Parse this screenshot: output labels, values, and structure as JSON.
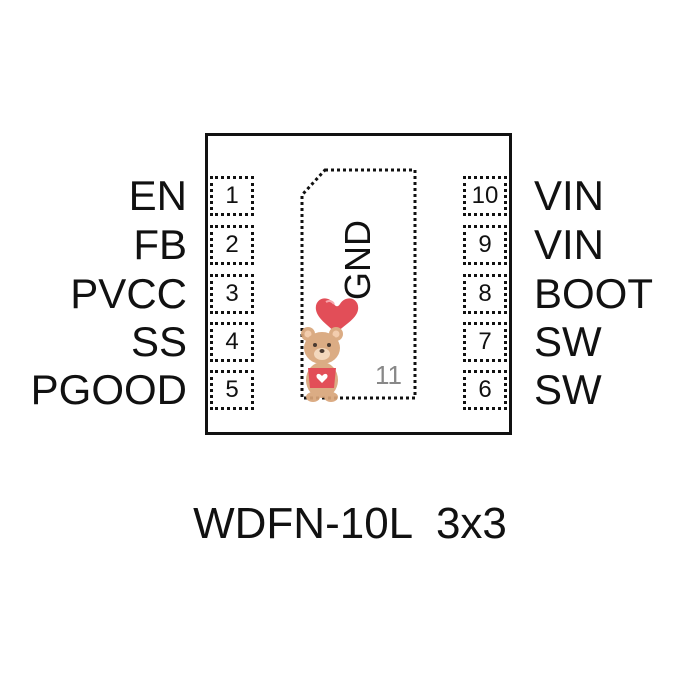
{
  "package_name": "WDFN-10L  3x3",
  "left_pins": [
    {
      "number": "1",
      "name": "EN"
    },
    {
      "number": "2",
      "name": "FB"
    },
    {
      "number": "3",
      "name": "PVCC"
    },
    {
      "number": "4",
      "name": "SS"
    },
    {
      "number": "5",
      "name": "PGOOD"
    }
  ],
  "right_pins": [
    {
      "number": "10",
      "name": "VIN"
    },
    {
      "number": "9",
      "name": "VIN"
    },
    {
      "number": "8",
      "name": "BOOT"
    },
    {
      "number": "7",
      "name": "SW"
    },
    {
      "number": "6",
      "name": "SW"
    }
  ],
  "exposed_pad": {
    "label": "GND",
    "number": "11"
  },
  "colors": {
    "outline": "#111111",
    "pad_number": "#888888",
    "watermark_heart": "#e0404a",
    "watermark_bear": "#d9a57a"
  }
}
